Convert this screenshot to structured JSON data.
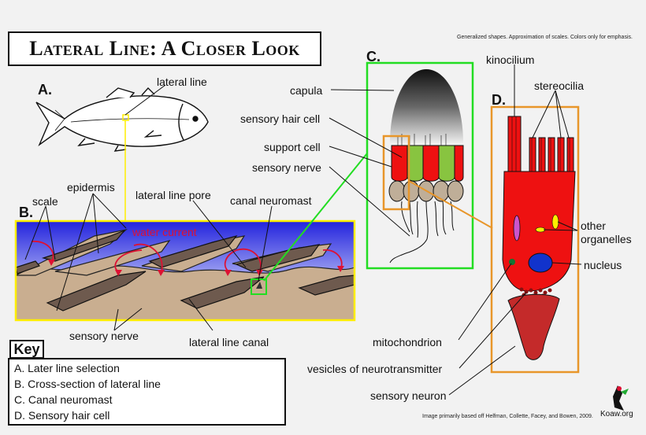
{
  "title": "Lateral Line: A Closer Look",
  "note_top": "Generalized shapes. Approximation of scales. Colors only for emphasis.",
  "note_bottom": "Image primarily based off Helfman, Collette, Facey, and Bowen, 2009.",
  "site": "Koaw.org",
  "sections": {
    "a": "A.",
    "b": "B.",
    "c": "C.",
    "d": "D."
  },
  "labels": {
    "lateral_line": "lateral line",
    "scale": "scale",
    "epidermis": "epidermis",
    "lateral_line_pore": "lateral line pore",
    "canal_neuromast": "canal neuromast",
    "water_current": "water current",
    "sensory_nerve_b": "sensory nerve",
    "lateral_line_canal": "lateral line canal",
    "capula": "capula",
    "sensory_hair_cell": "sensory hair cell",
    "support_cell": "support cell",
    "sensory_nerve_c": "sensory nerve",
    "kinocilium": "kinocilium",
    "stereocilia": "stereocilia",
    "other_organelles": "other\norganelles",
    "nucleus": "nucleus",
    "mitochondrion": "mitochondrion",
    "vesicles": "vesicles of neurotransmitter",
    "sensory_neuron": "sensory neuron"
  },
  "key": {
    "title": "Key",
    "items": [
      "A. Later line selection",
      "B. Cross-section of lateral line",
      "C. Canal neuromast",
      "D. Sensory hair cell"
    ]
  },
  "colors": {
    "highlight_yellow": "#ffee00",
    "highlight_green": "#22dd22",
    "highlight_orange": "#e8962a",
    "water_current": "#dd1133",
    "hair_cell_red": "#ee1111",
    "support_green": "#88c440",
    "nucleus_blue": "#1133cc"
  }
}
